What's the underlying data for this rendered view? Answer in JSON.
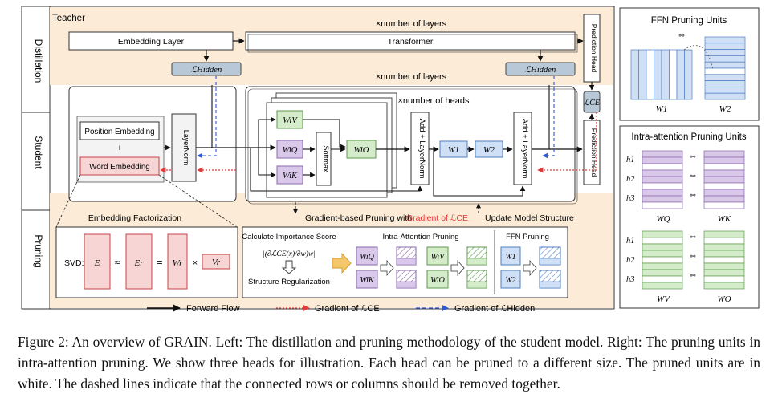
{
  "sections": {
    "distillation": "Distillation",
    "student": "Student",
    "pruning": "Pruning",
    "teacher": "Teacher"
  },
  "teacher": {
    "embedding_layer": "Embedding Layer",
    "transformer": "Transformer",
    "num_layers": "×number of layers",
    "prediction_head": "Prediction Head",
    "loss_hidden_left": "ℒHidden",
    "loss_hidden_right": "ℒHidden",
    "loss_ce": "ℒCE"
  },
  "student": {
    "num_layers": "×number of layers",
    "num_heads": "×number of heads",
    "position_embedding": "Position Embedding",
    "plus": "+",
    "word_embedding": "Word Embedding",
    "layernorm": "LayerNorm",
    "softmax": "Softmax",
    "wv": "WiV",
    "wq": "WiQ",
    "wk": "WiK",
    "wo": "WiO",
    "add_layernorm_1": "Add + LayerNorm",
    "add_layernorm_2": "Add + LayerNorm",
    "w1": "W1",
    "w2": "W2",
    "prediction_head": "Prediction Head"
  },
  "pruning": {
    "gradient_based": "Gradient-based Pruning with",
    "gradient_of_ce": "Gradient of ℒCE",
    "update_structure": "Update Model Structure",
    "embedding_factorization": "Embedding Factorization",
    "svd_label": "SVD:",
    "svd_e": "E",
    "approx": "≈",
    "svd_er": "Er",
    "equals": "=",
    "svd_wr": "Wr",
    "times": "×",
    "svd_vr": "Vr",
    "calc_importance": "Calculate Importance Score",
    "importance_formula": "|(∂ℒCE(x)/∂w)w|",
    "structure_reg": "Structure Regularization",
    "intra_attention_pruning": "Intra-Attention Pruning",
    "ffn_pruning": "FFN Pruning",
    "p_wq": "WiQ",
    "p_wk": "WiK",
    "p_wv": "WiV",
    "p_wo": "WiO",
    "p_w1": "W1",
    "p_w2": "W2"
  },
  "legend": {
    "forward_flow": "Forward Flow",
    "gradient_ce": "Gradient of ℒCE",
    "gradient_hidden": "Gradient of ℒHidden"
  },
  "right_panel": {
    "ffn_title": "FFN Pruning Units",
    "ffn_w1": "W1",
    "ffn_w2": "W2",
    "intra_title": "Intra-attention Pruning Units",
    "h1": "h1",
    "h2": "h2",
    "h3": "h3",
    "wq": "WQ",
    "wk": "WK",
    "wv": "WV",
    "wo": "WO"
  },
  "caption": "Figure 2: An overview of GRAIN. Left: The distillation and pruning methodology of the student model. Right: The pruning units in intra-attention pruning. We show three heads for illustration. Each head can be pruned to a different size. The pruned units are in white. The dashed lines indicate that the connected rows or columns should be removed together.",
  "colors": {
    "band": "#fcebd6",
    "loss_box": "#b8c8d6",
    "purple": "#d9c8ea",
    "purple_stroke": "#8a68ad",
    "green": "#d4ecc9",
    "green_stroke": "#5e9a4d",
    "blue": "#cfe0f6",
    "blue_stroke": "#4f7ec0",
    "red_fill": "#f8d5d5",
    "red_stroke": "#c84343",
    "gradient_ce": "#e03a3a",
    "gradient_hidden": "#2f58d6"
  }
}
